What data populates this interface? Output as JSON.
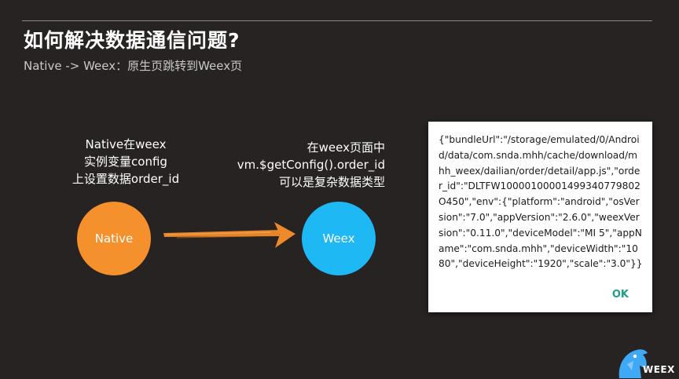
{
  "slide": {
    "title": "如何解决数据通信问题?",
    "subtitle": "Native -> Weex：原生页跳转到Weex页"
  },
  "left_note": {
    "lines": [
      "Native在weex",
      "实例变量config",
      "上设置数据order_id"
    ]
  },
  "right_note": {
    "lines": [
      "在weex页面中",
      "vm.$getConfig().order_id",
      "可以是复杂数据类型"
    ]
  },
  "nodes": {
    "native": {
      "label": "Native",
      "color": "#f5912c"
    },
    "weex": {
      "label": "Weex",
      "color": "#1eb8f5"
    }
  },
  "arrow": {
    "color": "#ef8a2a",
    "icon": "brush-arrow-icon"
  },
  "dialog": {
    "text": "{\"bundleUrl\":\"/storage/emulated/0/Android/data/com.snda.mhh/cache/download/mhh_weex/dailian/order/detail/app.js\",\"order_id\":\"DLTFW10000100001499340779802O450\",\"env\":{\"platform\":\"android\",\"osVersion\":\"7.0\",\"appVersion\":\"2.6.0\",\"weexVersion\":\"0.11.0\",\"deviceModel\":\"MI 5\",\"appName\":\"com.snda.mhh\",\"deviceWidth\":\"1080\",\"deviceHeight\":\"1920\",\"scale\":\"3.0\"}}",
    "ok_label": "OK",
    "accent": "#1f9e88"
  },
  "logo": {
    "text": "WEEX",
    "icon": "weex-bird-icon",
    "color": "#3fa9f5"
  }
}
